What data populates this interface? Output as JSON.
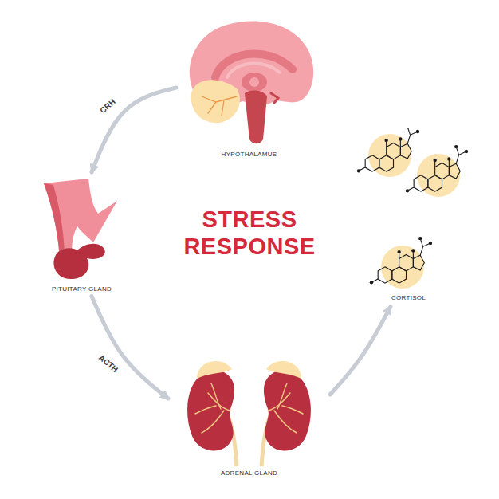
{
  "diagram": {
    "title": "STRESS RESPONSE",
    "nodes": [
      {
        "text": [
          "HYPOTHALAMUS"
        ]
      },
      {
        "text": [
          "PITUITARY GLAND"
        ]
      },
      {
        "text": [
          "ADRENAL GLAND"
        ]
      },
      {
        "text": [
          "CORTISOL"
        ]
      }
    ],
    "edges": [
      {
        "from": 0,
        "to": 1,
        "label": "CRH",
        "arrow": "to"
      },
      {
        "from": 1,
        "to": 2,
        "label": "ACTH",
        "arrow": "to"
      },
      {
        "from": 2,
        "to": 3,
        "arrow": "to"
      }
    ]
  }
}
